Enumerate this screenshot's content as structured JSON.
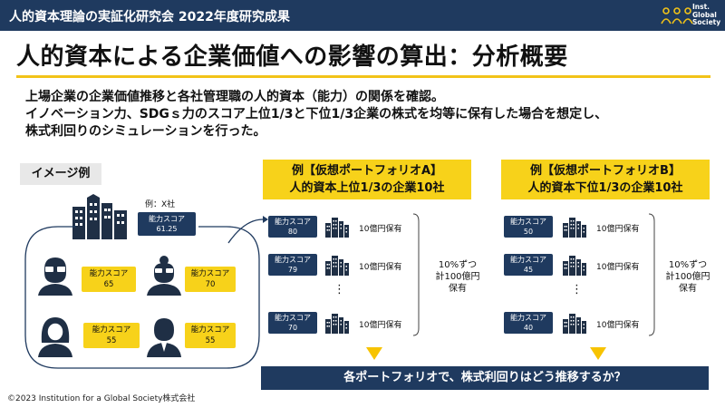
{
  "header": {
    "title": "人的資本理論の実証化研究会 2022年度研究成果",
    "logo_lines": [
      "Inst.",
      "Global",
      "Society"
    ]
  },
  "slide": {
    "title": "人的資本による企業価値への影響の算出：分析概要",
    "description": [
      "上場企業の企業価値推移と各社管理職の人的資本（能力）の関係を確認。",
      "イノベーション力、SDGｓ力のスコア上位1/3と下位1/3企業の株式を均等に保有した場合を想定し、",
      "株式利回りのシミュレーションを行った。"
    ]
  },
  "example": {
    "tag": "イメージ例",
    "company_label": "例：X社",
    "company_score_label": "能力スコア",
    "company_score": "61.25",
    "people": [
      {
        "label": "能力スコア",
        "value": "65"
      },
      {
        "label": "能力スコア",
        "value": "70"
      },
      {
        "label": "能力スコア",
        "value": "55"
      },
      {
        "label": "能力スコア",
        "value": "55"
      }
    ]
  },
  "portfolio_a": {
    "title_line1": "例【仮想ポートフォリオA】",
    "title_line2": "人的資本上位1/3の企業10社",
    "rows": [
      {
        "label": "能力スコア",
        "value": "80",
        "holding": "10億円保有"
      },
      {
        "label": "能力スコア",
        "value": "79",
        "holding": "10億円保有"
      },
      {
        "label": "能力スコア",
        "value": "70",
        "holding": "10億円保有"
      }
    ],
    "ellipsis": "⋮",
    "summary": [
      "10%ずつ",
      "計100億円",
      "保有"
    ]
  },
  "portfolio_b": {
    "title_line1": "例【仮想ポートフォリオB】",
    "title_line2": "人的資本下位1/3の企業10社",
    "rows": [
      {
        "label": "能力スコア",
        "value": "50",
        "holding": "10億円保有"
      },
      {
        "label": "能力スコア",
        "value": "45",
        "holding": "10億円保有"
      },
      {
        "label": "能力スコア",
        "value": "40",
        "holding": "10億円保有"
      }
    ],
    "ellipsis": "⋮",
    "summary": [
      "10%ずつ",
      "計100億円",
      "保有"
    ]
  },
  "conclusion": "各ポートフォリオで、株式利回りはどう推移するか？",
  "footer": "©2023  Institution for a Global Society株式会社",
  "colors": {
    "navy": "#1f3a5f",
    "yellow": "#f7d21a",
    "gold": "#f2c318"
  }
}
